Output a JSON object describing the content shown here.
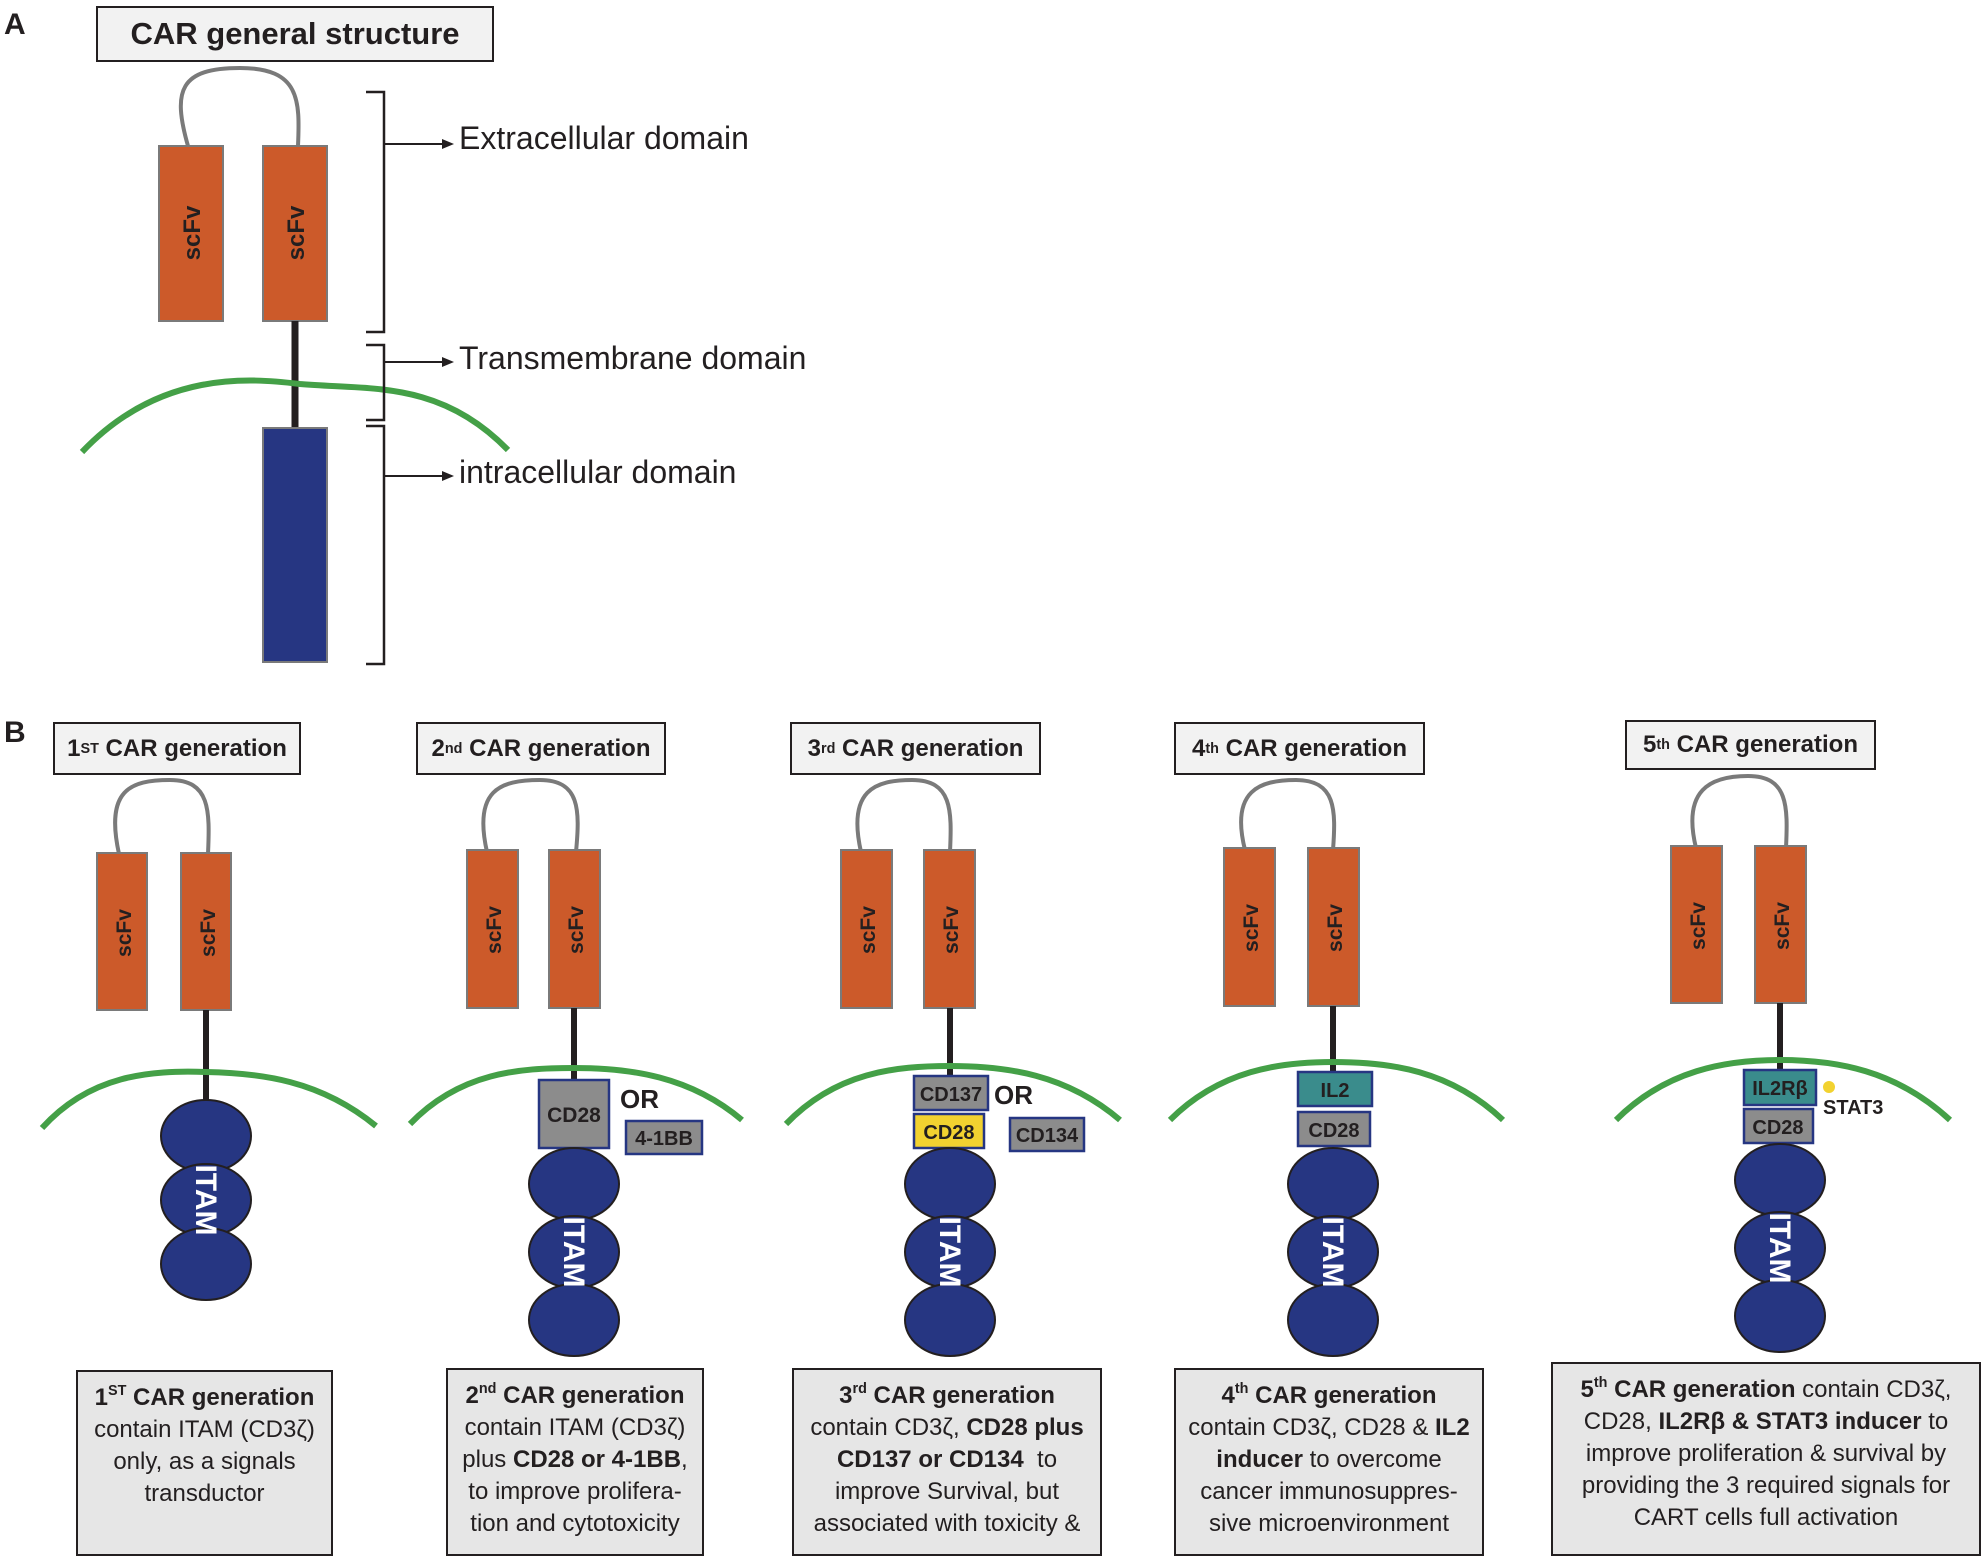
{
  "panel_a": {
    "letter": "A",
    "title": "CAR general structure",
    "scfv_label": "scFv",
    "extracellular_label": "Extracellular domain",
    "transmembrane_label": "Transmembrane domain",
    "intracellular_label": "intracellular domain"
  },
  "panel_b": {
    "letter": "B",
    "scfv_label": "scFv",
    "itam_label": "ITAM",
    "or_label": "OR",
    "generations": [
      {
        "ord": "1",
        "sup": "ST",
        "title_rest": " CAR generation",
        "domains": [],
        "desc_lines": [
          [
            {
              "t": "1",
              "b": true
            },
            {
              "t": "ST",
              "b": true,
              "sup": true
            },
            {
              "t": " CAR generation",
              "b": true
            }
          ],
          [
            {
              "t": "contain ITAM (CD3ζ)"
            }
          ],
          [
            {
              "t": "only, as a signals"
            }
          ],
          [
            {
              "t": "transductor"
            }
          ]
        ]
      },
      {
        "ord": "2",
        "sup": "nd",
        "title_rest": " CAR generation",
        "domains": [
          "CD28",
          "4-1BB"
        ],
        "desc_lines": [
          [
            {
              "t": "2",
              "b": true
            },
            {
              "t": "nd",
              "b": true,
              "sup": true
            },
            {
              "t": " CAR generation",
              "b": true
            }
          ],
          [
            {
              "t": "contain ITAM (CD3ζ)"
            }
          ],
          [
            {
              "t": "plus "
            },
            {
              "t": "CD28 or 4-1BB",
              "b": true
            },
            {
              "t": ","
            }
          ],
          [
            {
              "t": "to improve prolifera-"
            }
          ],
          [
            {
              "t": "tion and cytotoxicity"
            }
          ]
        ]
      },
      {
        "ord": "3",
        "sup": "rd",
        "title_rest": " CAR generation",
        "domains": [
          "CD137",
          "CD28",
          "CD134"
        ],
        "desc_lines": [
          [
            {
              "t": "3",
              "b": true
            },
            {
              "t": "rd",
              "b": true,
              "sup": true
            },
            {
              "t": " CAR generation",
              "b": true
            }
          ],
          [
            {
              "t": "contain CD3ζ, "
            },
            {
              "t": "CD28 plus",
              "b": true
            }
          ],
          [
            {
              "t": "CD137 or CD134",
              "b": true
            },
            {
              "t": "  to"
            }
          ],
          [
            {
              "t": "improve Survival, but"
            }
          ],
          [
            {
              "t": "associated with toxicity &"
            }
          ]
        ]
      },
      {
        "ord": "4",
        "sup": "th",
        "title_rest": " CAR generation",
        "domains": [
          "IL2",
          "CD28"
        ],
        "desc_lines": [
          [
            {
              "t": "4",
              "b": true
            },
            {
              "t": "th",
              "b": true,
              "sup": true
            },
            {
              "t": " CAR generation",
              "b": true
            }
          ],
          [
            {
              "t": "contain CD3ζ, CD28 & "
            },
            {
              "t": "IL2",
              "b": true
            }
          ],
          [
            {
              "t": "inducer",
              "b": true
            },
            {
              "t": " to overcome"
            }
          ],
          [
            {
              "t": "cancer immunosuppres-"
            }
          ],
          [
            {
              "t": "sive microenvironment"
            }
          ]
        ]
      },
      {
        "ord": "5",
        "sup": "th",
        "title_rest": " CAR generation",
        "domains": [
          "IL2Rβ",
          "CD28"
        ],
        "stat3_label": "STAT3",
        "desc_lines": [
          [
            {
              "t": "5",
              "b": true
            },
            {
              "t": "th",
              "b": true,
              "sup": true
            },
            {
              "t": " CAR generation",
              "b": true
            },
            {
              "t": " contain CD3ζ,"
            }
          ],
          [
            {
              "t": "CD28, "
            },
            {
              "t": "IL2Rβ & STAT3 inducer",
              "b": true
            },
            {
              "t": " to"
            }
          ],
          [
            {
              "t": "improve proliferation & survival by"
            }
          ],
          [
            {
              "t": "providing the 3 required signals for"
            }
          ],
          [
            {
              "t": "CART cells full activation"
            }
          ]
        ]
      }
    ]
  },
  "colors": {
    "scfv": "#cc5a2a",
    "itam": "#263682",
    "membrane": "#44a047",
    "linker": "#7a7a7a",
    "gray_domain": "#8c8c8c",
    "cd28_3rd": "#f2d230",
    "il2": "#3a8c8c",
    "stat3_dot": "#f2d230",
    "title_bg": "#f2f2f2",
    "desc_bg": "#e6e6e6"
  }
}
